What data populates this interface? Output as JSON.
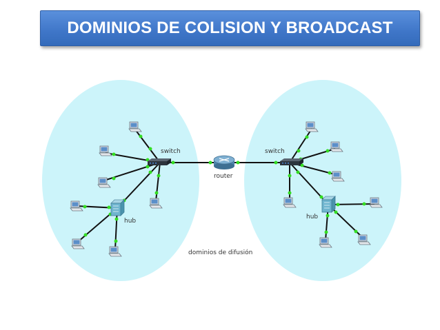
{
  "title": "DOMINIOS DE COLISION Y BROADCAST",
  "diagram": {
    "left_switch_label": "switch",
    "right_switch_label": "switch",
    "router_label": "router",
    "left_hub_label": "hub",
    "right_hub_label": "hub",
    "domain_caption": "dominios de difusión"
  },
  "colors": {
    "title_bg": "#3f76c8",
    "domain_fill": "#ccf4fa",
    "link_dot": "#33dd22",
    "link_line": "#111111"
  },
  "icons": [
    "pc-icon",
    "switch-icon",
    "router-icon",
    "hub-icon"
  ]
}
